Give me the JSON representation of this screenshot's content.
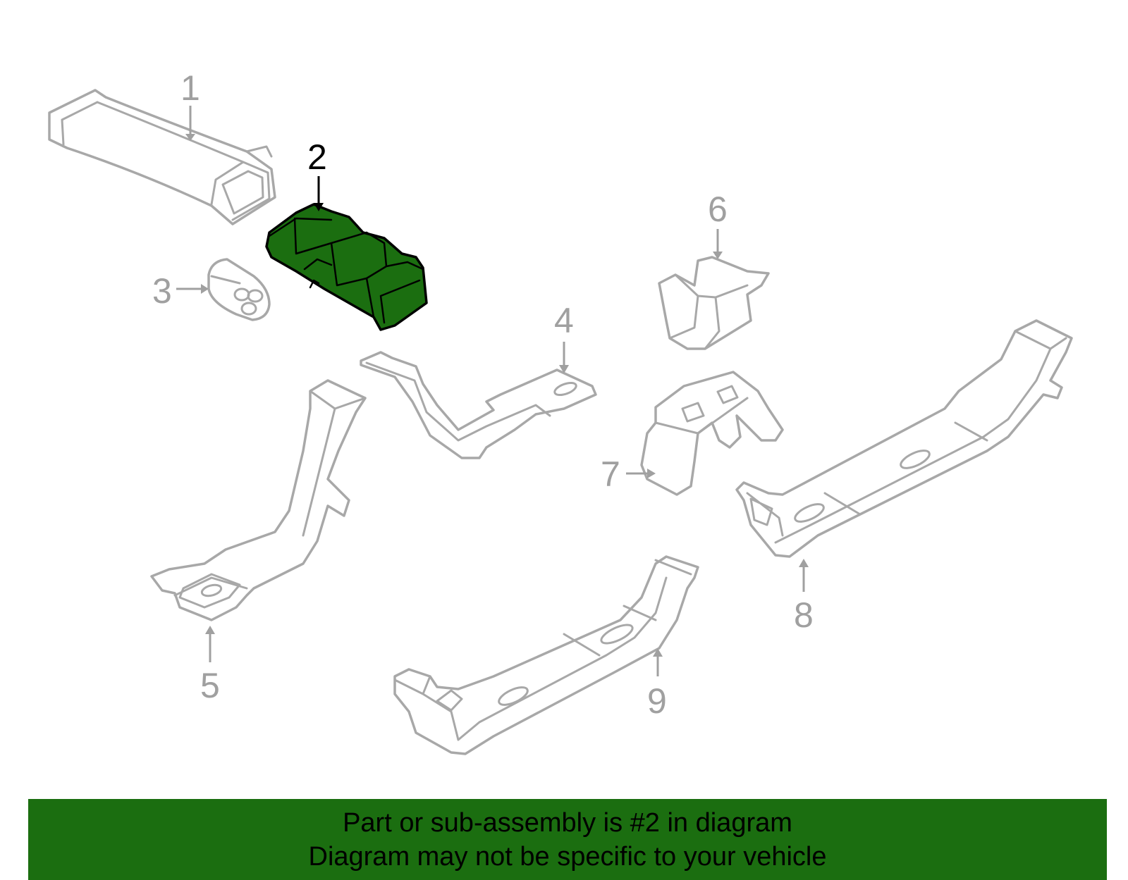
{
  "diagram": {
    "highlight_color": "#1b6e10",
    "part_line_color": "#a8a8a8",
    "callouts": [
      "1",
      "2",
      "3",
      "4",
      "5",
      "6",
      "7",
      "8",
      "9"
    ],
    "highlighted_callout": "2"
  },
  "banner": {
    "line1": "Part or sub-assembly is #2 in diagram",
    "line2": "Diagram may not be specific to your vehicle"
  }
}
